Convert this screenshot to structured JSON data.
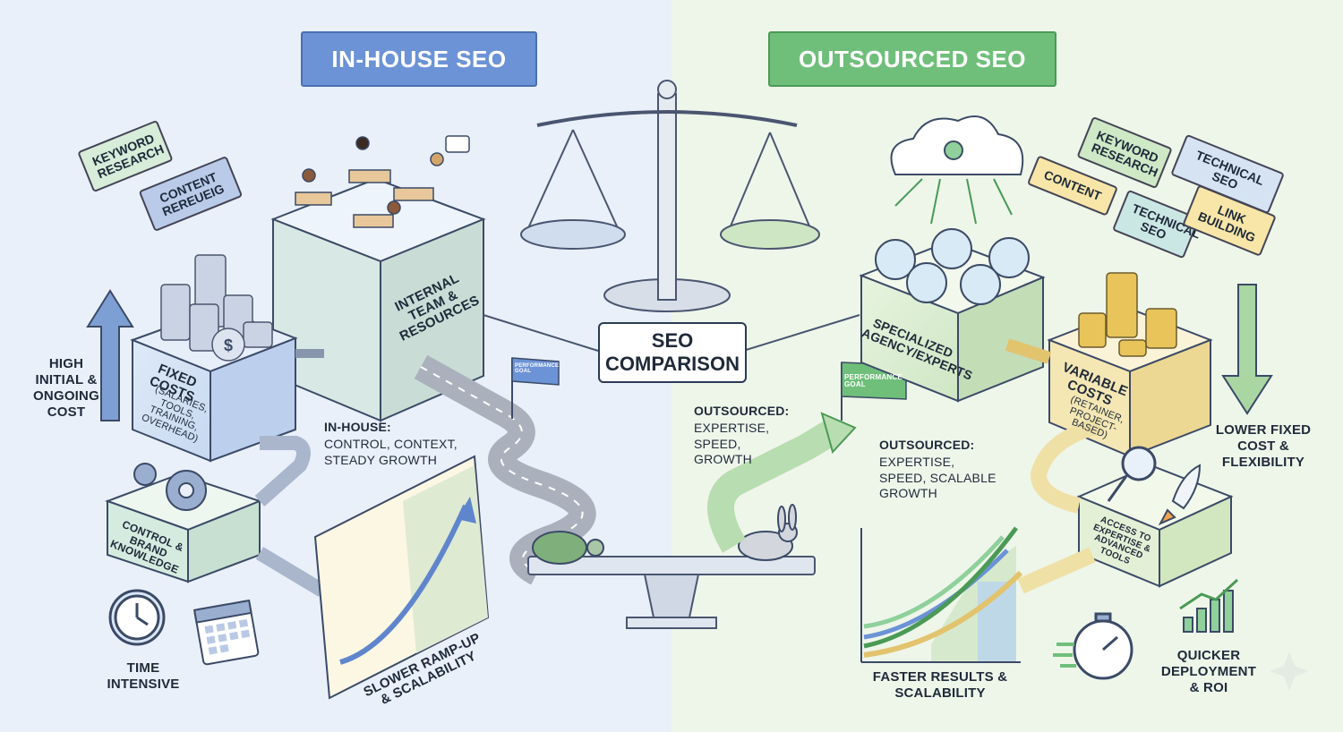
{
  "banners": {
    "left": "IN-HOUSE SEO",
    "right": "OUTSOURCED SEO"
  },
  "center": {
    "line1": "SEO",
    "line2": "COMPARISON"
  },
  "left_tags": {
    "keyword_research": "KEYWORD RESEARCH",
    "content_reviewing": "CONTENT REREUEIG"
  },
  "right_tags": {
    "keyword_research": "KEYWORD RESEARCH",
    "technical_seo_top": "TECHNICAL SEO",
    "content": "CONTENT",
    "technical_seo": "TECHNICAL SEO",
    "link_building": "LINK BUILDING"
  },
  "left_blocks": {
    "internal_team": "INTERNAL TEAM & RESOURCES",
    "fixed_costs_title": "FIXED COSTS",
    "fixed_costs_detail": "(SALARIES, TOOLS, TRAINING, OVERHEAD)",
    "control": "CONTROL & BRAND KNOWLEDGE"
  },
  "right_blocks": {
    "agency": "SPECIALIZED AGENCY/EXPERTS",
    "variable_costs_title": "VARIABLE COSTS",
    "variable_costs_detail": "(RETAINER, PROJECT-BASED)",
    "access": "ACCESS TO EXPERTISE & ADVANCED TOOLS"
  },
  "left_labels": {
    "high_cost": "HIGH INITIAL & ONGOING COST",
    "inhouse_head": "IN-HOUSE:",
    "inhouse_body": "CONTROL, CONTEXT, STEADY GROWTH",
    "time": "TIME INTENSIVE",
    "slower": "SLOWER RAMP-UP & SCALABILITY"
  },
  "right_labels": {
    "outsourced1_head": "OUTSOURCED:",
    "outsourced1_body": "EXPERTISE, SPEED, GROWTH",
    "outsourced2_head": "OUTSOURCED:",
    "outsourced2_body": "EXPERTISE, SPEED, SCALABLE GROWTH",
    "lower_cost": "LOWER FIXED COST & FLEXIBILITY",
    "faster": "FASTER RESULTS & SCALABILITY",
    "quicker": "QUICKER DEPLOYMENT & ROI"
  },
  "flags": {
    "left": "PERFORMANCE GOAL",
    "right": "PERFORMANCE GOAL"
  },
  "colors": {
    "blue": "#6b93d6",
    "green": "#6fbf7a",
    "yellow": "#f2d77a",
    "gold": "#e2b84a"
  }
}
